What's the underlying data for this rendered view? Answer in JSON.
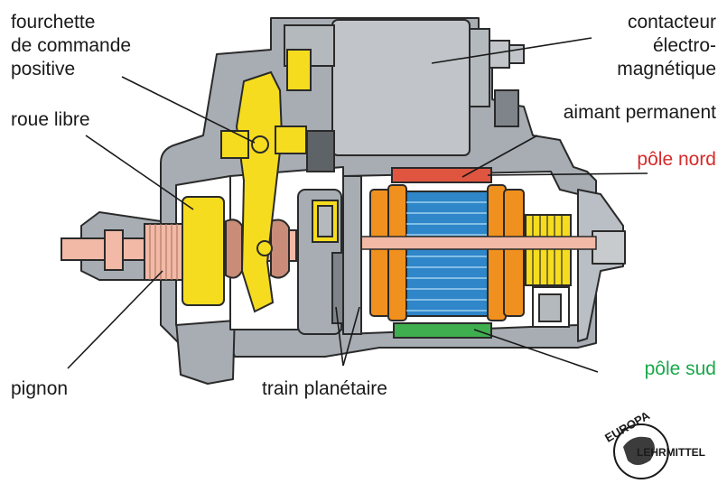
{
  "labels": {
    "fourchette": [
      "fourchette",
      "de commande",
      "positive"
    ],
    "roue_libre": "roue libre",
    "pignon": "pignon",
    "train_planetaire": "train planétaire",
    "contacteur": [
      "contacteur",
      "électro-",
      "magnétique"
    ],
    "aimant_permanent": "aimant permanent",
    "pole_nord": "pôle nord",
    "pole_sud": "pôle sud"
  },
  "logo": {
    "top_text": "EUROPA",
    "side_text": "LEHRMITTEL"
  },
  "colors": {
    "pole_nord": "#d72a2a",
    "pole_sud": "#1aa84a",
    "housing": "#a7adb3",
    "housing_outline": "#2a2a2a",
    "yellow_parts": "#f5dc1f",
    "armature_blue": "#2f86c9",
    "armature_orange": "#f0901e",
    "pinion_pink": "#f1b9a6",
    "magnet_red": "#e0553f",
    "magnet_green": "#3fae4f",
    "solenoid": "#c1c5c9"
  }
}
